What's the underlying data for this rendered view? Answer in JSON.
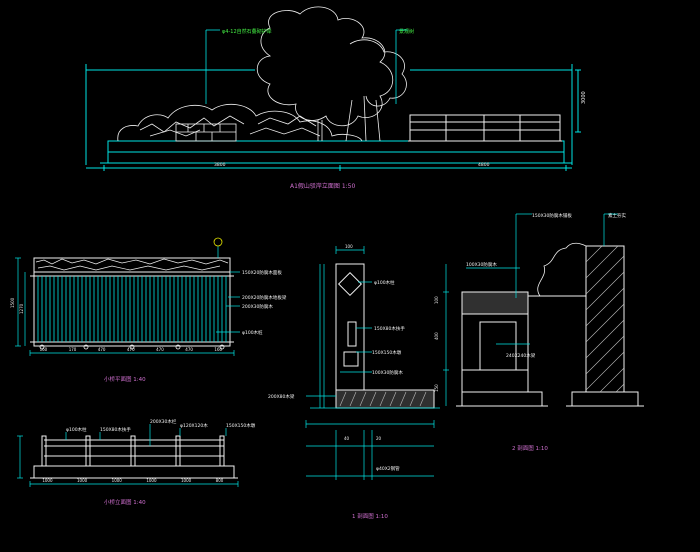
{
  "colors": {
    "background": "#000000",
    "cyan": "#00e5e5",
    "white": "#f0f0f0",
    "green": "#44ee44",
    "yellow": "#e8e800",
    "magenta": "#d070d0",
    "gray": "#9a9a9a"
  },
  "elevation": {
    "title": "A1假山驳岸立面图  1:50",
    "note_top": "φ4-12自然石叠砌护岸",
    "note_tree": "景观树",
    "dim_height": "3000",
    "dim_base_left": "3800",
    "dim_base_right": "4800"
  },
  "plan": {
    "title": "小桥平面图  1:40",
    "labels": [
      "150X20防腐木面板",
      "200X20防腐木地板梁",
      "200X30防腐木",
      "φ100木桩"
    ],
    "dims_bottom": [
      "160",
      "170",
      "470",
      "470",
      "470",
      "470",
      "160"
    ],
    "dim_side": "1500",
    "dim_side_inner": "1270"
  },
  "side": {
    "title": "小桥立面图  1:40",
    "labels": [
      "φ100木柱",
      "150X80木扶手",
      "200X30木栏",
      "φ120X120木",
      "150X150木墩"
    ],
    "dims_bottom": [
      "1000",
      "1000",
      "1000",
      "1000",
      "1000",
      "800"
    ]
  },
  "section": {
    "title": "1 剖面图  1:10",
    "labels": [
      "φ100木柱",
      "150X80木扶手",
      "150X150木墩",
      "100X30防腐木",
      "200X80木梁",
      "φ40X2钢管"
    ],
    "dim_top": "100",
    "dims_bottom": [
      "40",
      "20"
    ]
  },
  "bank": {
    "title": "2 剖面图  1:10",
    "labels": [
      "150X30防腐木铺板",
      "素土夯实",
      "100X30防腐木",
      "240X240木梁"
    ],
    "dims_left": [
      "100",
      "400",
      "150"
    ]
  }
}
